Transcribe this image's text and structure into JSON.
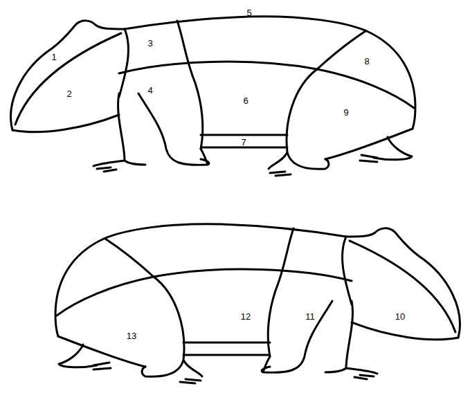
{
  "diagram": {
    "labels": [
      "1",
      "2",
      "3",
      "4",
      "5",
      "6",
      "7",
      "8",
      "9",
      "10",
      "11",
      "12",
      "13"
    ]
  }
}
